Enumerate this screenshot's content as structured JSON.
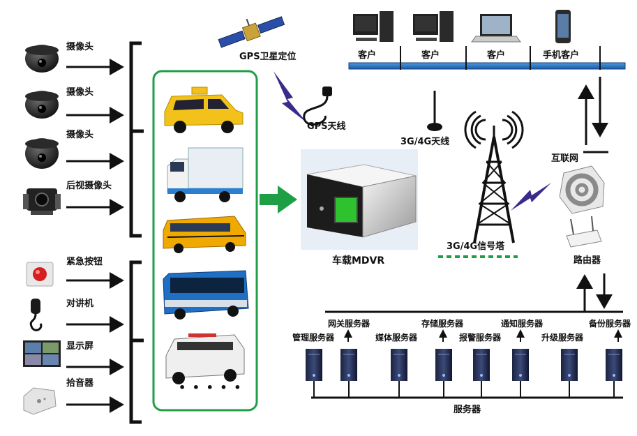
{
  "devices": {
    "camera_1": "摄像头",
    "camera_2": "摄像头",
    "camera_3": "摄像头",
    "rear_camera": "后视摄像头",
    "emergency_button": "紧急按钮",
    "intercom": "对讲机",
    "display": "显示屏",
    "pickup": "拾音器"
  },
  "gps": {
    "satellite": "GPS卫星定位",
    "antenna": "GPS天线"
  },
  "mdvr": {
    "label": "车载MDVR"
  },
  "cellular": {
    "antenna": "3G/4G天线",
    "tower": "3G/4G信号塔"
  },
  "clients": [
    "客户",
    "客户",
    "客户",
    "手机客户"
  ],
  "network": {
    "internet": "互联网",
    "router": "路由器"
  },
  "servers": {
    "management": "管理服务器",
    "gateway": "网关服务器",
    "media": "媒体服务器",
    "storage": "存储服务器",
    "alarm": "报警服务器",
    "notify": "通知服务器",
    "upgrade": "升级服务器",
    "backup": "备份服务器",
    "group": "服务器"
  },
  "vehicles_more": "• • • • •",
  "colors": {
    "accent_green": "#1e9e45",
    "bus_blue": "#1f6fc4",
    "lightning": "#3a2a8a",
    "taxi_yellow": "#f2c21a"
  }
}
